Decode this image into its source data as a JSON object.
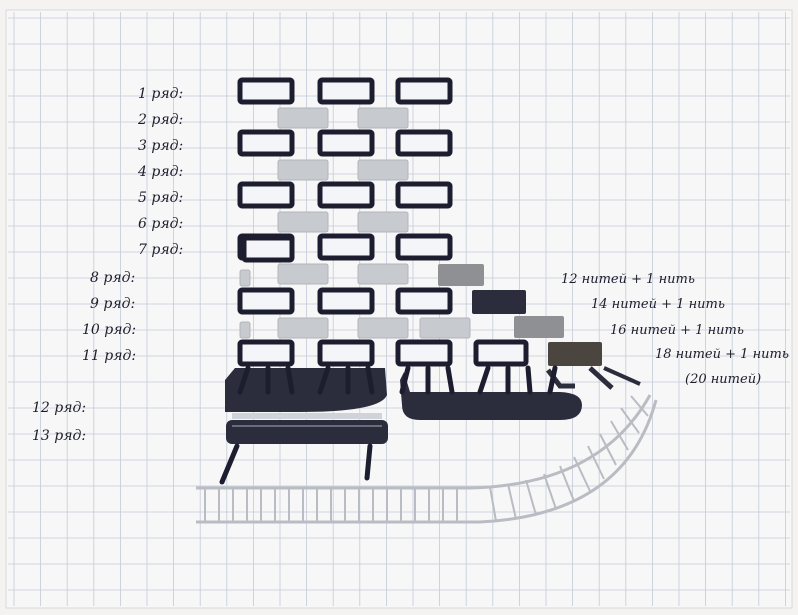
{
  "colors": {
    "paper": "#f7f7f8",
    "grid": "#c3cad9",
    "ink": "#1c1d2e",
    "light": "#c7cacf",
    "mid": "#8f9093",
    "dark": "#2b2c3c",
    "brown": "#4b453f"
  },
  "rows": [
    {
      "label": "1 ряд:"
    },
    {
      "label": "2 ряд:"
    },
    {
      "label": "3 ряд:"
    },
    {
      "label": "4 ряд:"
    },
    {
      "label": "5 ряд:"
    },
    {
      "label": "6 ряд:"
    },
    {
      "label": "7 ряд:"
    },
    {
      "label": "8 ряд:"
    },
    {
      "label": "9 ряд:"
    },
    {
      "label": "10 ряд:"
    },
    {
      "label": "11 ряд:"
    },
    {
      "label": "12 ряд:"
    },
    {
      "label": "13 ряд:"
    }
  ],
  "notes": [
    {
      "text": "12 нитей + 1 нить"
    },
    {
      "text": "14 нитей + 1 нить"
    },
    {
      "text": "16 нитей + 1 нить"
    },
    {
      "text": "18 нитей + 1 нить"
    },
    {
      "text": "(20 нитей)"
    }
  ]
}
